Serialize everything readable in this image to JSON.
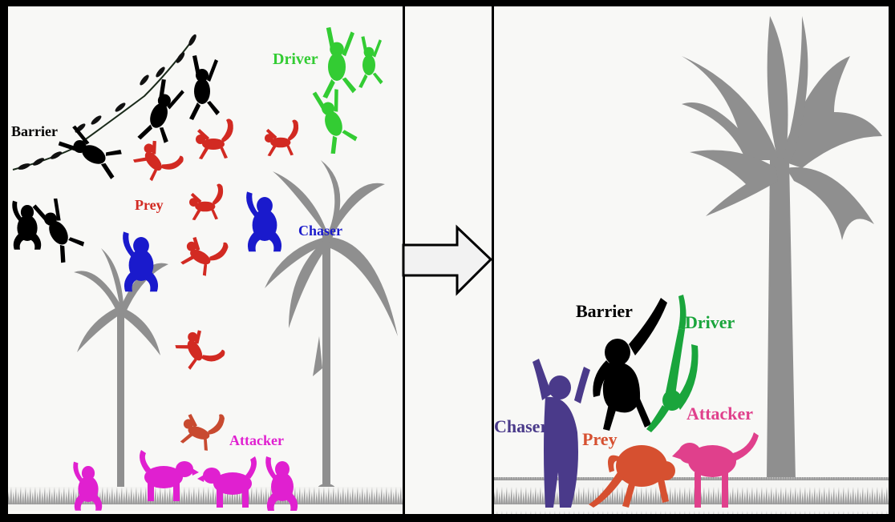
{
  "left_panel": {
    "labels": {
      "driver": "Driver",
      "barrier": "Barrier",
      "prey": "Prey",
      "chaser": "Chaser",
      "attacker": "Attacker"
    }
  },
  "right_panel": {
    "labels": {
      "barrier": "Barrier",
      "driver": "Driver",
      "chaser": "Chaser",
      "prey": "Prey",
      "attacker": "Attacker"
    }
  },
  "colors": {
    "driver": "#33cc33",
    "barrier": "#000000",
    "prey": "#d22a22",
    "chaser": "#1a1acc",
    "attacker": "#e020d0",
    "tree": "#8f8f8f",
    "driver_right": "#1aa53c",
    "chaser_right": "#4a3a8a",
    "prey_right": "#d65030",
    "attacker_right": "#e0408c"
  },
  "arrow": {
    "direction": "right-arrow-icon"
  }
}
